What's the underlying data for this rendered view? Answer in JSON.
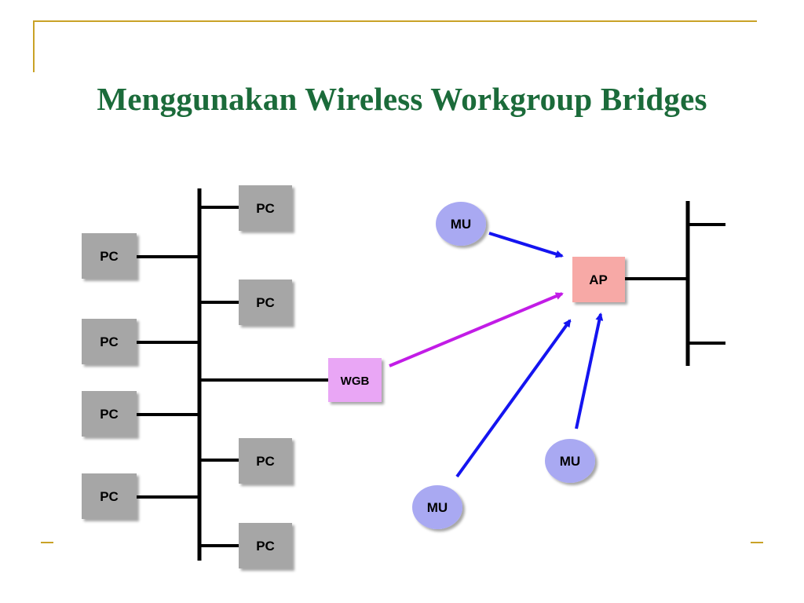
{
  "slide": {
    "title": "Menggunakan Wireless Workgroup Bridges"
  },
  "diagram": {
    "pc_label": "PC",
    "wgb_label": "WGB",
    "ap_label": "AP",
    "mu_label": "MU",
    "colors": {
      "title": "#1b6b3a",
      "accent_line": "#c9a227",
      "pc_box": "#a6a6a6",
      "wgb_box": "#e9a6f5",
      "ap_box": "#f7a9a6",
      "mu_node": "#a9a9f2",
      "arrow_blue": "#1414f0",
      "arrow_purple": "#c21ce6"
    }
  }
}
